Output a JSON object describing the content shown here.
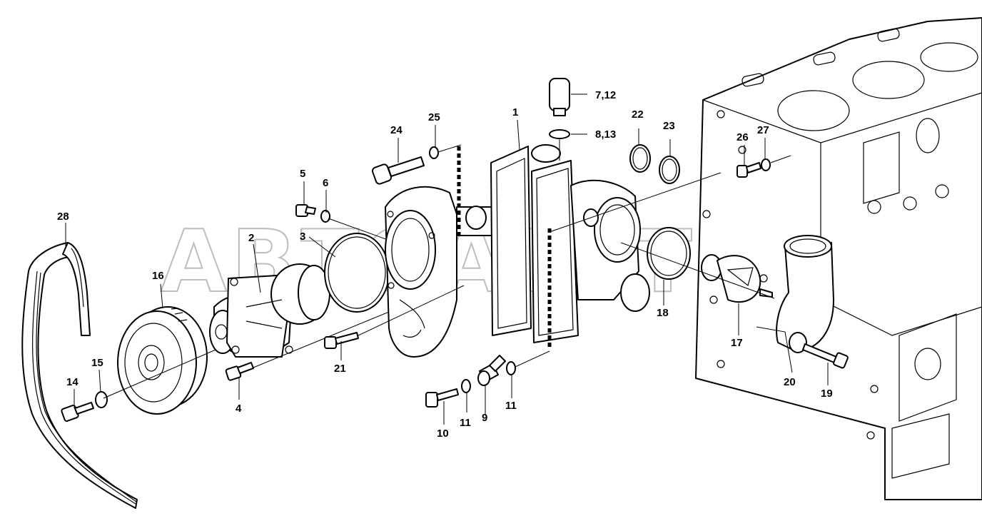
{
  "watermark": "ABTOALSTHO",
  "callouts": {
    "c1": "1",
    "c2": "2",
    "c3": "3",
    "c4": "4",
    "c5": "5",
    "c6": "6",
    "c7_12": "7,12",
    "c8_13": "8,13",
    "c9": "9",
    "c10": "10",
    "c11a": "11",
    "c11b": "11",
    "c14": "14",
    "c15": "15",
    "c16": "16",
    "c17": "17",
    "c18": "18",
    "c19": "19",
    "c20": "20",
    "c21": "21",
    "c22": "22",
    "c23": "23",
    "c24": "24",
    "c25": "25",
    "c26": "26",
    "c27": "27",
    "c28": "28"
  }
}
